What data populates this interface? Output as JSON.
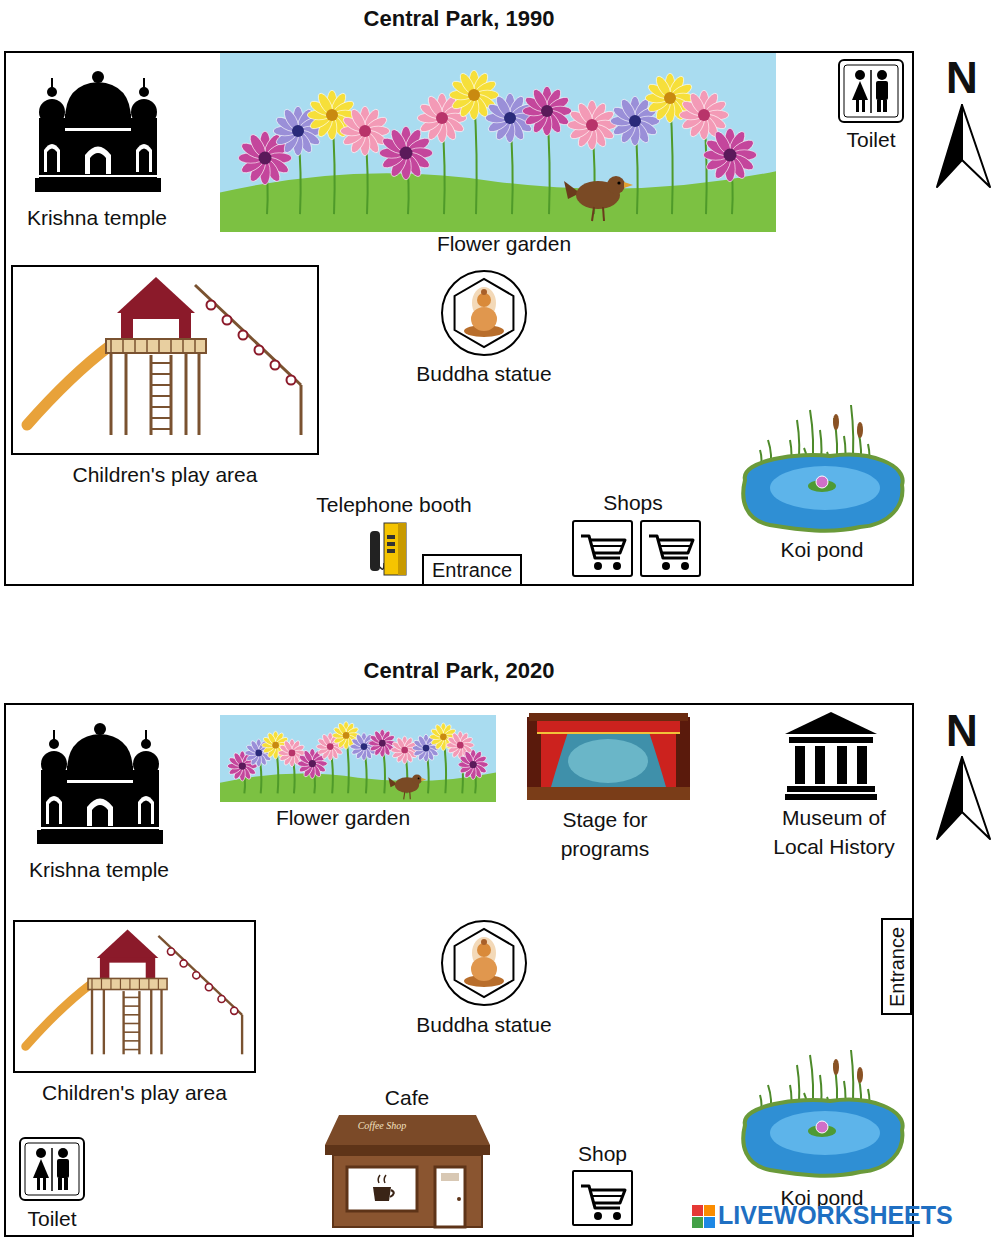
{
  "diagram": {
    "nodes": [
      {
        "text": [
          "Central Park, 1990"
        ]
      },
      {
        "text": [
          "Children's play area"
        ],
        "in": 0
      },
      {
        "text": [
          "Entrance"
        ],
        "in": 0
      },
      {
        "text": [
          "Central Park, 2020"
        ]
      },
      {
        "text": [
          "Children's play area"
        ],
        "in": 3
      },
      {
        "text": [
          "Entrance"
        ],
        "in": 3
      },
      {
        "text": [
          "Shop"
        ],
        "in": 3
      }
    ],
    "labels": [
      "Krishna temple",
      "Flower garden",
      "Toilet",
      "N",
      "Buddha statue",
      "Telephone booth",
      "Shops",
      "Koi pond",
      "Krishna temple",
      "Flower garden",
      "Stage for programs",
      "Museum of Local History",
      "N",
      "Buddha statue",
      "Cafe",
      "Coffee Shop",
      "Koi pond",
      "Toilet",
      "LIVEWORKSHEETS"
    ]
  }
}
